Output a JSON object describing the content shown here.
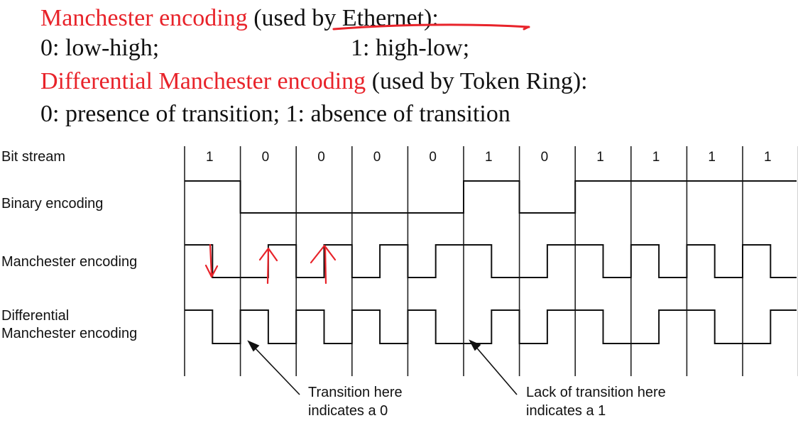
{
  "header": {
    "line1_red": "Manchester encoding",
    "line1_rest": " (used by Ethernet):",
    "line2_left": "0: low-high;",
    "line2_right": "1: high-low;",
    "line3_red": "Differential Manchester encoding",
    "line3_rest": " (used by Token Ring):",
    "line4": "0: presence of transition;  1: absence of transition"
  },
  "diagram": {
    "row_labels": {
      "bit_stream": "Bit stream",
      "binary": "Binary encoding",
      "manchester": "Manchester encoding",
      "differential_line1": "Differential",
      "differential_line2": "Manchester encoding"
    },
    "bits": [
      "1",
      "0",
      "0",
      "0",
      "0",
      "1",
      "0",
      "1",
      "1",
      "1",
      "1"
    ],
    "annotations": [
      {
        "line1": "Transition here",
        "line2": "indicates a 0"
      },
      {
        "line1": "Lack of transition here",
        "line2": "indicates a 1"
      }
    ],
    "colors": {
      "red_text": "#e8232a",
      "ink": "#111111",
      "handwriting": "#e8232a"
    }
  }
}
